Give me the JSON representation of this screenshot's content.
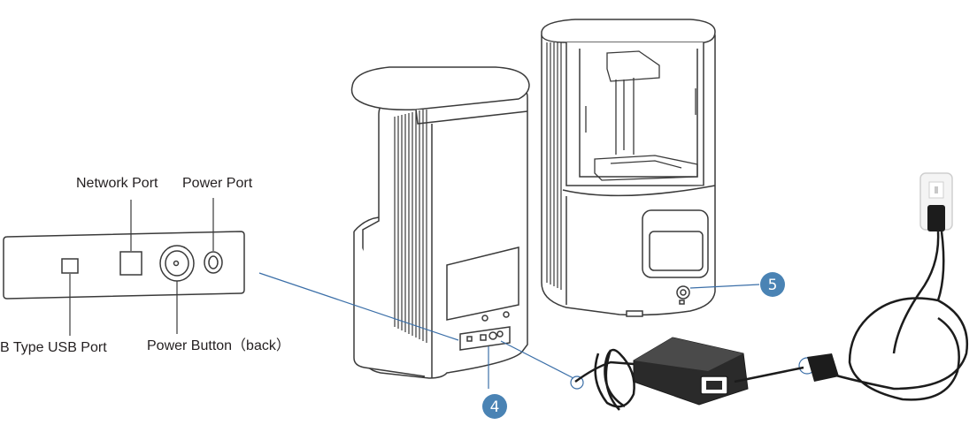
{
  "labels": {
    "network_port": "Network Port",
    "power_port": "Power Port",
    "usb_port": "B Type USB Port",
    "power_button": "Power Button（back）"
  },
  "callouts": [
    {
      "number": "4"
    },
    {
      "number": "5"
    }
  ],
  "colors": {
    "line_art": "#3a3a3a",
    "leader_line": "#3b6fa8",
    "badge_fill": "#4a83b4",
    "cable": "#1c1c1c",
    "adapter": "#2a2a2a"
  }
}
